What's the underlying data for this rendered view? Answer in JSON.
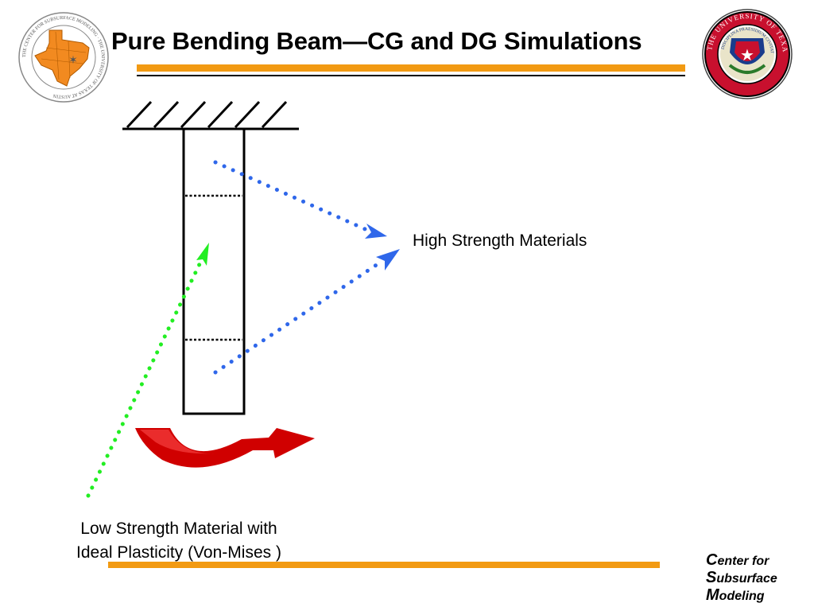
{
  "slide": {
    "title": "Pure Bending Beam—CG and DG Simulations",
    "colors": {
      "accent_bar": "#f29a12",
      "rule": "#000000",
      "blue_arrow": "#2f67ea",
      "green_arrow": "#22ee22",
      "red_arrow": "#e00000"
    }
  },
  "logos": {
    "left_seal_text": "THE CENTER FOR SUBSURFACE MODELING · THE UNIVERSITY OF TEXAS AT AUSTIN",
    "right_seal_text": "THE UNIVERSITY OF TEXAS AT AUSTIN",
    "right_seal_motto": "DISCIPLINA PRAESIDIUM CIVITATIS",
    "footer": {
      "line1_cap": "C",
      "line1_rest": "enter for",
      "line2_cap": "S",
      "line2_rest": "ubsurface",
      "line3_cap": "M",
      "line3_rest": "odeling"
    }
  },
  "diagram": {
    "label_high": "High Strength Materials",
    "label_low_line1": "Low Strength Material with",
    "label_low_line2": "Ideal Plasticity (Von-Mises )"
  }
}
